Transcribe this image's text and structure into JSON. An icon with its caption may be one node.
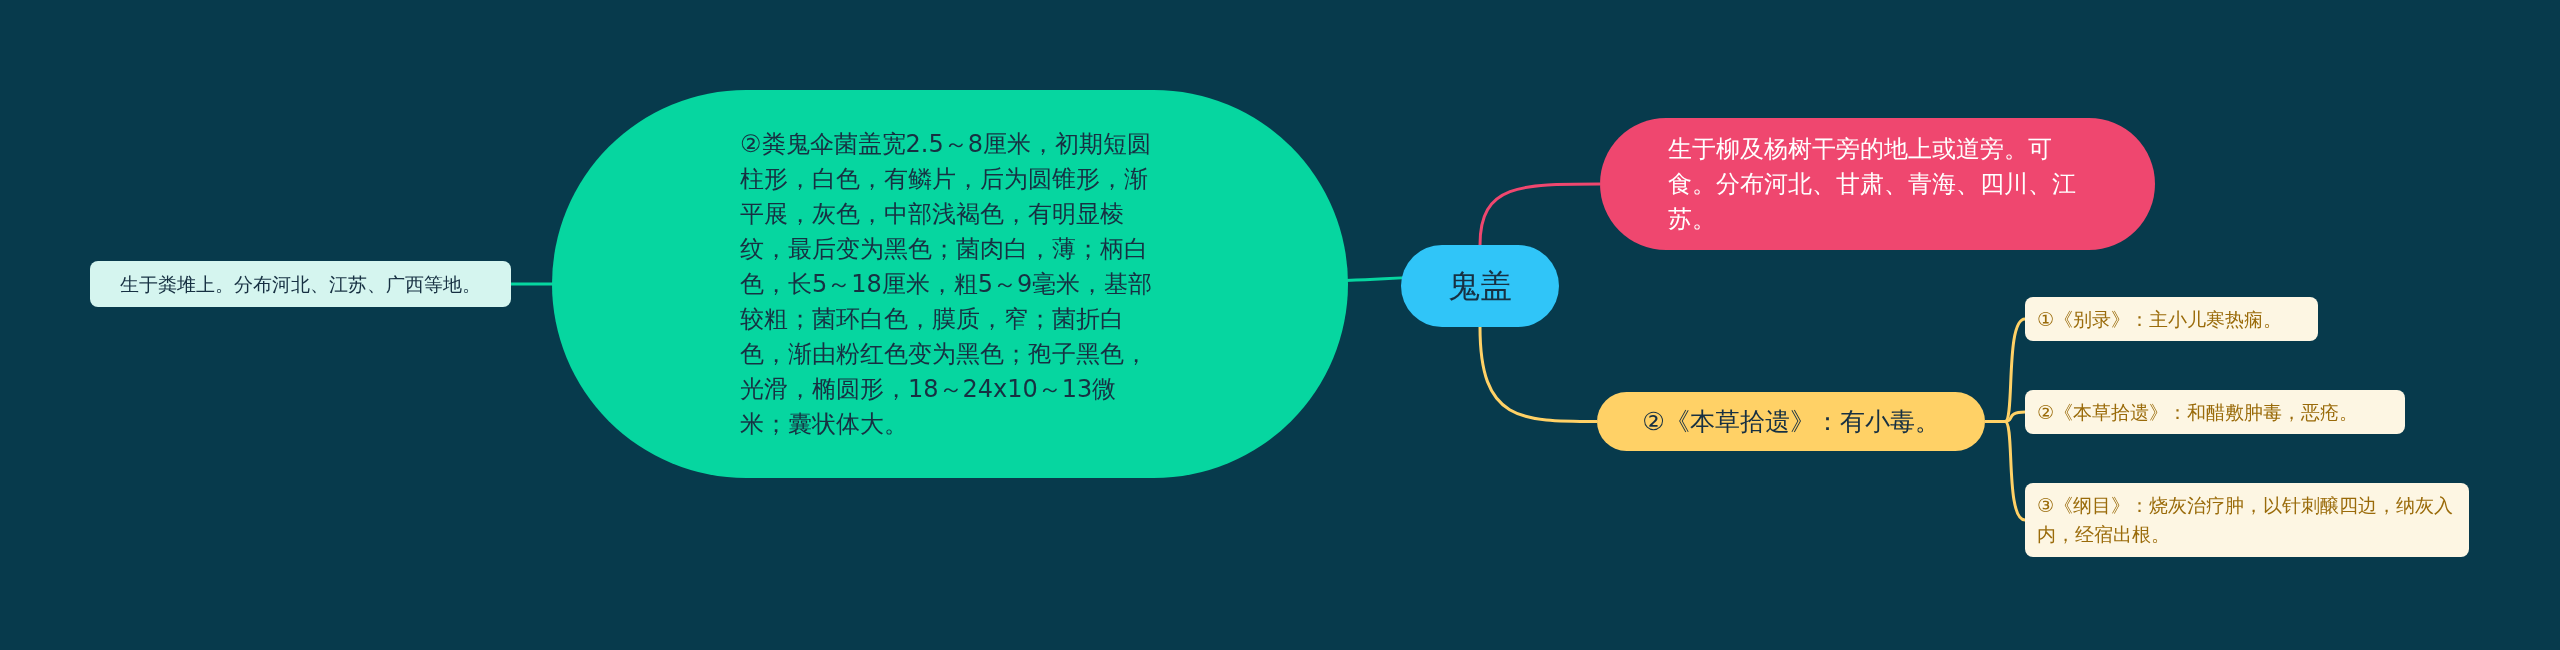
{
  "diagram": {
    "nodes": [
      {
        "text": [
          "鬼盖"
        ]
      },
      {
        "text": [
          "②粪鬼伞菌盖宽2.5～8厘米，初期短圆柱形，白色，有鳞片，后为圆锥形，渐平展，灰色，中部浅褐色，有明显棱纹，最后变为黑色；菌肉白，薄；柄白色，长5～18厘米，粗5～9毫米，基部较粗；菌环白色，膜质，窄；菌折白色，渐由粉红色变为黑色；孢子黑色，光滑，椭圆形，18～24x10～13微米；囊状体大。"
        ]
      },
      {
        "text": [
          "生于粪堆上。分布河北、江苏、广西等地。"
        ]
      },
      {
        "text": [
          "生于柳及杨树干旁的地上或道旁。可食。分布河北、甘肃、青海、四川、江苏。"
        ]
      },
      {
        "text": [
          "②《本草拾遗》：有小毒。"
        ]
      },
      {
        "text": [
          "①《别录》：主小儿寒热痫。"
        ]
      },
      {
        "text": [
          "②《本草拾遗》：和醋敷肿毒，恶疮。"
        ]
      },
      {
        "text": [
          "③《纲目》：烧灰治疗肿，以针刺醸四边，纳灰入内，经宿出根。"
        ]
      }
    ],
    "edges": [
      {
        "from": 0,
        "to": 1,
        "arrow": "none",
        "color": "#06d6a0"
      },
      {
        "from": 1,
        "to": 2,
        "arrow": "none",
        "color": "#06d6a0"
      },
      {
        "from": 0,
        "to": 3,
        "arrow": "none",
        "color": "#ef476f"
      },
      {
        "from": 0,
        "to": 4,
        "arrow": "none"
      },
      {
        "from": 4,
        "to": 5,
        "arrow": "none"
      },
      {
        "from": 4,
        "to": 6,
        "arrow": "none"
      },
      {
        "from": 4,
        "to": 7,
        "arrow": "none"
      }
    ]
  }
}
